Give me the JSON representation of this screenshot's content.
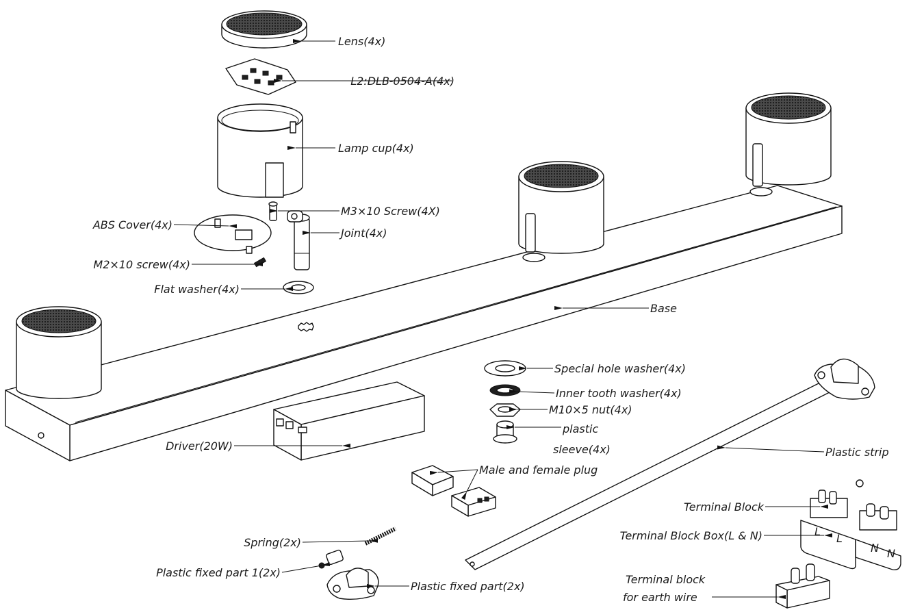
{
  "diagram": {
    "labels": {
      "lens": "Lens(4x)",
      "led_board": "L2:DLB-0504-A(4x)",
      "lamp_cup": "Lamp cup(4x)",
      "m3_screw": "M3×10 Screw(4X)",
      "abs_cover": "ABS Cover(4x)",
      "joint": "Joint(4x)",
      "m2_screw": "M2×10 screw(4x)",
      "flat_washer": "Flat washer(4x)",
      "base": "Base",
      "special_washer": "Special hole washer(4x)",
      "inner_tooth_washer": "Inner tooth washer(4x)",
      "nut": "M10×5 nut(4x)",
      "plastic_sleeve_1": "plastic",
      "plastic_sleeve_2": "sleeve(4x)",
      "driver": "Driver(20W)",
      "plug": "Male and female plug",
      "plastic_strip": "Plastic strip",
      "terminal_block": "Terminal Block",
      "terminal_box": "Terminal Block Box(L & N)",
      "spring": "Spring(2x)",
      "fixed_part_1": "Plastic fixed part 1(2x)",
      "fixed_part": "Plastic fixed part(2x)",
      "earth_block_1": "Terminal block",
      "earth_block_2": "for earth wire"
    },
    "terminal_markings": {
      "l1": "L",
      "l2": "L",
      "n1": "N",
      "n2": "N"
    }
  }
}
